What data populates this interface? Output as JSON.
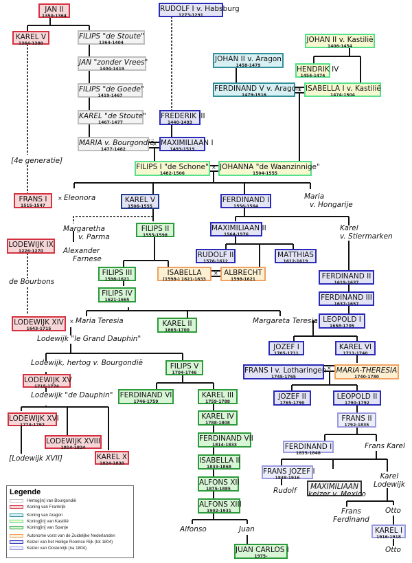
{
  "legend": {
    "title": "Legende",
    "items": [
      {
        "label": "Hertog[in] van Bourgondië",
        "color": "#bdbdbd"
      },
      {
        "label": "Koning van Frankrijk",
        "color": "#d5303f"
      },
      {
        "label": "Koning van Aragon",
        "color": "#2f8f9a"
      },
      {
        "label": "Koning[in] van Kastilië",
        "color": "#55e08a"
      },
      {
        "label": "Koning[in] van Spanje",
        "color": "#2a9a3a"
      },
      {
        "label": "Autonome vorst van de Zuidelijke Nederlanden",
        "color": "#f0a060"
      },
      {
        "label": "Keizer van het Heilige Roomse Rijk (tot 1804)",
        "color": "#2a2ab8"
      },
      {
        "label": "Keizer van Oostenrijk (na 1804)",
        "color": "#9a9ae0"
      }
    ]
  },
  "people": {
    "jan2": {
      "name": "JAN II",
      "dates": "1350-1364"
    },
    "karel5f": {
      "name": "KAREL V",
      "dates": "1364-1380"
    },
    "filipsStoute": {
      "name": "FILIPS \"de Stoute\"",
      "dates": "1364-1404"
    },
    "janZonderVrees": {
      "name": "JAN \"zonder Vrees\"",
      "dates": "1404-1419"
    },
    "filipsGoede": {
      "name": "FILIPS \"de Goede\"",
      "dates": "1419-1467"
    },
    "karelStoute": {
      "name": "KAREL \"de Stoute\"",
      "dates": "1467-1477"
    },
    "maria": {
      "name": "MARIA v. Bourgondië",
      "dates": "1477-1482"
    },
    "rudolf1": {
      "name": "RUDOLF I v. Habsburg",
      "dates": "1273-1291"
    },
    "frederik3": {
      "name": "FREDERIK III",
      "dates": "1440-1493"
    },
    "max1": {
      "name": "MAXIMILIAAN I",
      "dates": "1493-1519"
    },
    "johan2k": {
      "name": "JOHAN II v. Kastilië",
      "dates": "1406-1454"
    },
    "hendrik4": {
      "name": "HENDRIK IV",
      "dates": "1454-1474"
    },
    "johan2a": {
      "name": "JOHAN II v. Aragon",
      "dates": "1458-1479"
    },
    "ferdinand5": {
      "name": "FERDINAND V v. Aragon",
      "dates": "1479-1516"
    },
    "isabella1": {
      "name": "ISABELLA I v. Kastilië",
      "dates": "1474-1504"
    },
    "filips1": {
      "name": "FILIPS I \"de Schone\"",
      "dates": "1482-1506"
    },
    "johanna": {
      "name": "JOHANNA \"de Waanzinnige\"",
      "dates": "1504-1555"
    },
    "frans1": {
      "name": "FRANS I",
      "dates": "1515-1547"
    },
    "karel5": {
      "name": "KAREL V",
      "dates": "1506-1555"
    },
    "ferdinand1": {
      "name": "FERDINAND I",
      "dates": "1556-1564"
    },
    "lodewijk9": {
      "name": "LODEWIJK IX",
      "dates": "1226-1270"
    },
    "filips2": {
      "name": "FILIPS II",
      "dates": "1555-1598"
    },
    "max2": {
      "name": "MAXIMILIAAN II",
      "dates": "1564-1576"
    },
    "rudolf2": {
      "name": "RUDOLF II",
      "dates": "1576-1612"
    },
    "matthias": {
      "name": "MATTHIAS",
      "dates": "1612-1619"
    },
    "filips3": {
      "name": "FILIPS III",
      "dates": "1598-1621"
    },
    "isabella": {
      "name": "ISABELLA",
      "dates": "(1598-) 1621-1633"
    },
    "albrecht": {
      "name": "ALBRECHT",
      "dates": "1598-1621"
    },
    "ferdinand2": {
      "name": "FERDINAND II",
      "dates": "1619-1637"
    },
    "filips4": {
      "name": "FILIPS IV",
      "dates": "1621-1665"
    },
    "ferdinand3": {
      "name": "FERDINAND III",
      "dates": "1637-1657"
    },
    "lodewijk14": {
      "name": "LODEWIJK XIV",
      "dates": "1643-1715"
    },
    "karel2": {
      "name": "KAREL II",
      "dates": "1665-1700"
    },
    "leopold1": {
      "name": "LEOPOLD I",
      "dates": "1658-1705"
    },
    "jozef1": {
      "name": "JOZEF I",
      "dates": "1705-1711"
    },
    "karel6": {
      "name": "KAREL VI",
      "dates": "1711-1740"
    },
    "filips5": {
      "name": "FILIPS V",
      "dates": "1704-1746"
    },
    "lodewijk15": {
      "name": "LODEWIJK XV",
      "dates": "1715-1774"
    },
    "fransLoth": {
      "name": "FRANS I v. Lotharingen",
      "dates": "1745-1765"
    },
    "mariaTheresia": {
      "name": "MARIA-THERESIA",
      "dates": "1740-1780"
    },
    "ferdinand6": {
      "name": "FERDINAND VI",
      "dates": "1746-1759"
    },
    "karel3": {
      "name": "KAREL III",
      "dates": "1759-1788"
    },
    "jozef2": {
      "name": "JOZEF II",
      "dates": "1765-1790"
    },
    "leopold2": {
      "name": "LEOPOLD II",
      "dates": "1790-1792"
    },
    "lodewijk16": {
      "name": "LODEWIJK XVI",
      "dates": "1774-1792"
    },
    "karel4": {
      "name": "KAREL IV",
      "dates": "1788-1808"
    },
    "frans2": {
      "name": "FRANS II",
      "dates": "1792-1835"
    },
    "lodewijk18": {
      "name": "LODEWIJK XVIII",
      "dates": "1814-1824"
    },
    "ferdinand7": {
      "name": "FERDINAND VII",
      "dates": "1814-1833"
    },
    "ferdinandI_o": {
      "name": "FERDINAND I",
      "dates": "1835-1848"
    },
    "karel10": {
      "name": "KAREL X",
      "dates": "1824-1830"
    },
    "isabella2": {
      "name": "ISABELLA II",
      "dates": "1833-1868"
    },
    "fransJozef": {
      "name": "FRANS JOZEF I",
      "dates": "1848-1916"
    },
    "maxMexico": {
      "name": "MAXIMILIAAN",
      "dates": "keizer v. Mexico"
    },
    "alfons12": {
      "name": "ALFONS XII",
      "dates": "1875-1885"
    },
    "alfons13": {
      "name": "ALFONS XIII",
      "dates": "1902-1931"
    },
    "karel1": {
      "name": "KAREL I",
      "dates": "1916-1918"
    },
    "juanCarlos": {
      "name": "JUAN CARLOS I",
      "dates": "1975-"
    }
  },
  "labels": {
    "gen4": "[4e generatie]",
    "eleonora": "Eleonora",
    "mariaHong1": "Maria",
    "mariaHong2": "v. Hongarije",
    "margaretha1": "Margaretha",
    "margaretha2": "v. Parma",
    "alexander1": "Alexander",
    "alexander2": "Farnese",
    "karelStier1": "Karel",
    "karelStier2": "v. Stiermarken",
    "bourbons": "de Bourbons",
    "mariaTeresia": "Maria Teresia",
    "margaretaTeresia": "Margareta Teresia",
    "grandDauphin": "Lodewijk \"le Grand Dauphin\"",
    "hertogBourg": "Lodewijk, hertog v. Bourgondië",
    "deDauphin": "Lodewijk \"de Dauphin\"",
    "lodewijk17": "[Lodewijk XVII]",
    "fransKarel": "Frans Karel",
    "rudolf": "Rudolf",
    "karelLodewijk1": "Karel",
    "karelLodewijk2": "Lodewijk",
    "fransFerdinand1": "Frans",
    "fransFerdinand2": "Ferdinand",
    "otto1": "Otto",
    "otto2": "Otto",
    "alfonso": "Alfonso",
    "juan": "Juan",
    "marriage": "×"
  }
}
